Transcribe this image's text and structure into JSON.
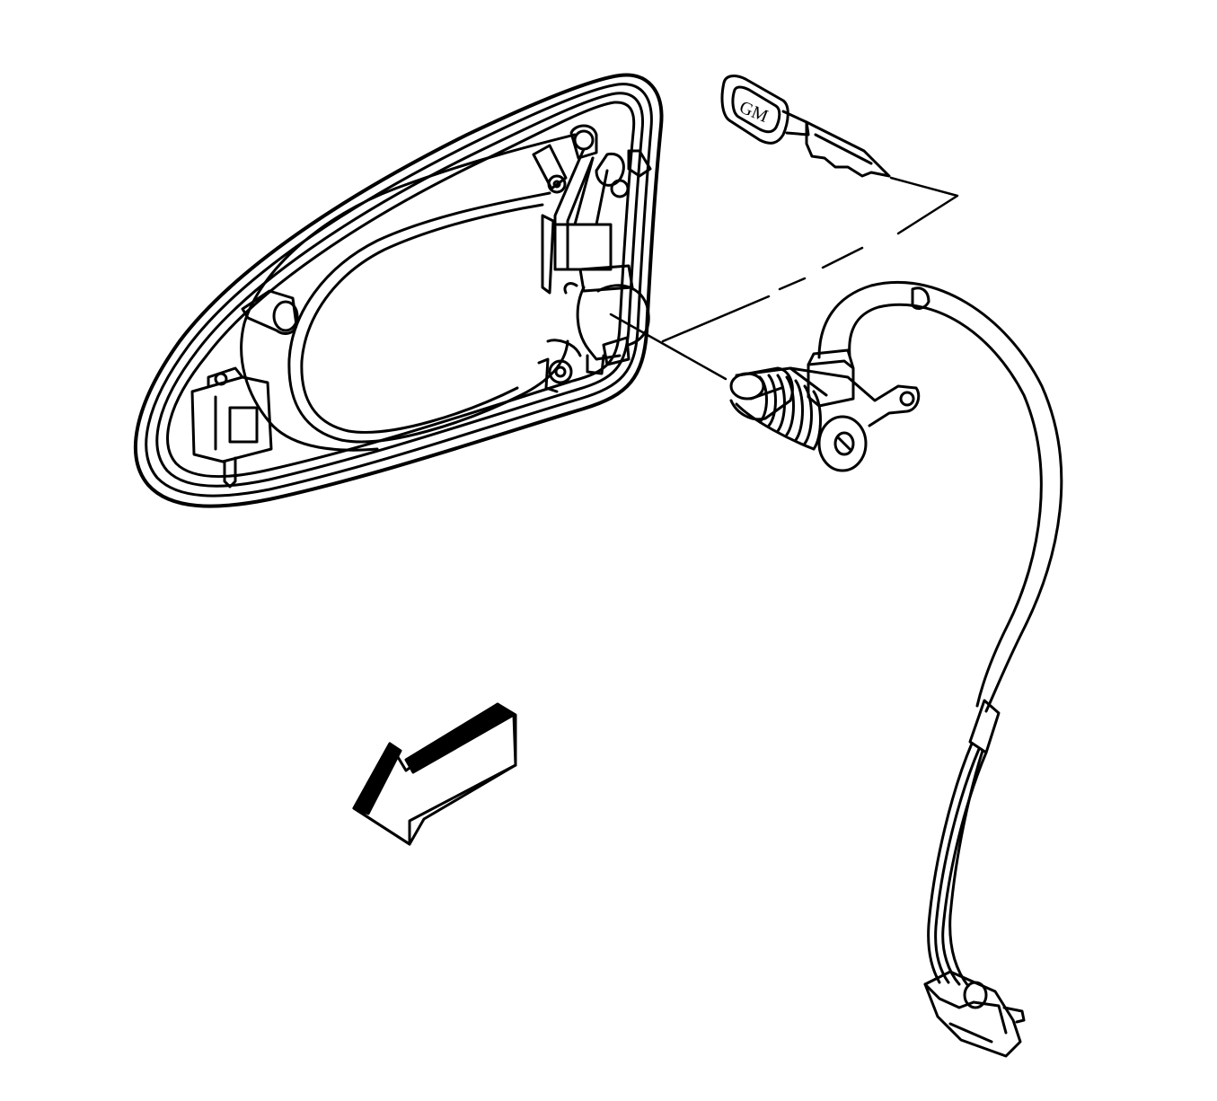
{
  "diagram": {
    "key_logo_text": "GM",
    "line_color": "#000000",
    "background_color": "#ffffff",
    "parts": [
      {
        "name": "door-handle-bezel",
        "label": ""
      },
      {
        "name": "ignition-key",
        "label": ""
      },
      {
        "name": "lock-cylinder",
        "label": ""
      },
      {
        "name": "wire-harness",
        "label": ""
      },
      {
        "name": "harness-connector",
        "label": ""
      },
      {
        "name": "view-direction-arrow",
        "label": ""
      }
    ]
  }
}
